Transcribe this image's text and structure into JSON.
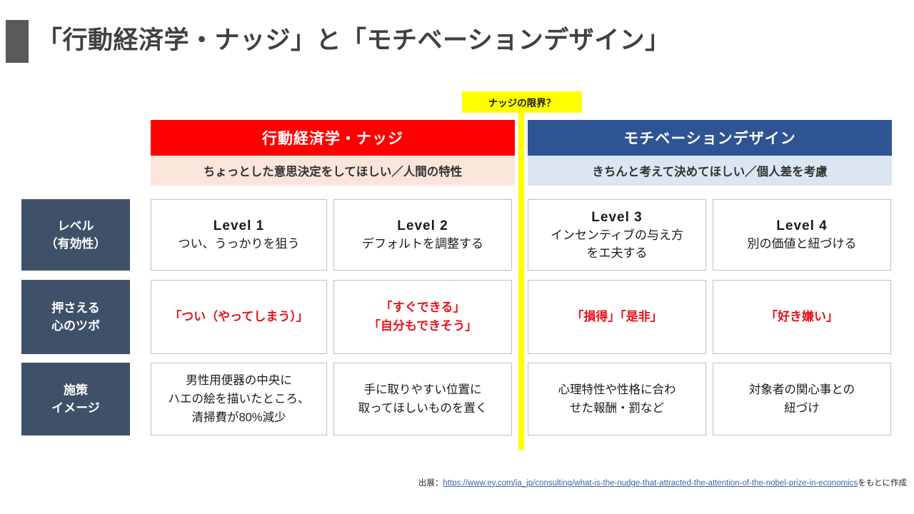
{
  "slide": {
    "title": "「行動経済学・ナッジ」と「モチベーションデザイン」",
    "accent_color": "#595959"
  },
  "callout": {
    "label": "ナッジの限界？",
    "background": "#FFFF00",
    "divider_color": "#FFFF00"
  },
  "groups": [
    {
      "id": "nudge",
      "title": "行動経済学・ナッジ",
      "subtitle": "ちょっとした意思決定をしてほしい／人間の特性",
      "header_color": "#FF0000",
      "subtitle_background": "#FAE5DA"
    },
    {
      "id": "motivation",
      "title": "モチベーションデザイン",
      "subtitle": "きちんと考えて決めてほしい／個人差を考慮",
      "header_color": "#2E5494",
      "subtitle_background": "#DCE6F2"
    }
  ],
  "row_labels": [
    {
      "line1": "レベル",
      "line2": "（有効性）"
    },
    {
      "line1": "押さえる",
      "line2": "心のツボ"
    },
    {
      "line1": "施策",
      "line2": "イメージ"
    }
  ],
  "row_label_color": "#3E5168",
  "rows": {
    "level": [
      {
        "title": "Level 1",
        "desc_line1": "つい、うっかりを狙う",
        "desc_line2": ""
      },
      {
        "title": "Level 2",
        "desc_line1": "デフォルトを調整する",
        "desc_line2": ""
      },
      {
        "title": "Level 3",
        "desc_line1": "インセンティブの与え方",
        "desc_line2": "をエ夫する"
      },
      {
        "title": "Level 4",
        "desc_line1": "別の価値と紐づける",
        "desc_line2": ""
      }
    ],
    "point": [
      {
        "line1": "「つい（やってしまう）」",
        "line2": ""
      },
      {
        "line1": "「すぐできる」",
        "line2": "「自分もできそう」"
      },
      {
        "line1": "「損得」「是非」",
        "line2": ""
      },
      {
        "line1": "「好き嫌い」",
        "line2": ""
      }
    ],
    "measure": [
      {
        "line1": "男性用便器の中央に",
        "line2": "ハエの絵を描いたところ、",
        "line3": "清掃費が80%減少"
      },
      {
        "line1": "手に取りやすい位置に",
        "line2": "取ってほしいものを置く",
        "line3": ""
      },
      {
        "line1": "心理特性や性格に合わ",
        "line2": "せた報酬・罰など",
        "line3": ""
      },
      {
        "line1": "対象者の関心事との",
        "line2": "紐づけ",
        "line3": ""
      }
    ]
  },
  "point_text_color": "#E8111B",
  "source": {
    "prefix": "出展：",
    "url": "https://www.ey.com/ja_jp/consulting/what-is-the-nudge-that-attracted-the-attention-of-the-nobel-prize-in-economics",
    "suffix": "をもとに作成",
    "link_color": "#3A66A8"
  }
}
